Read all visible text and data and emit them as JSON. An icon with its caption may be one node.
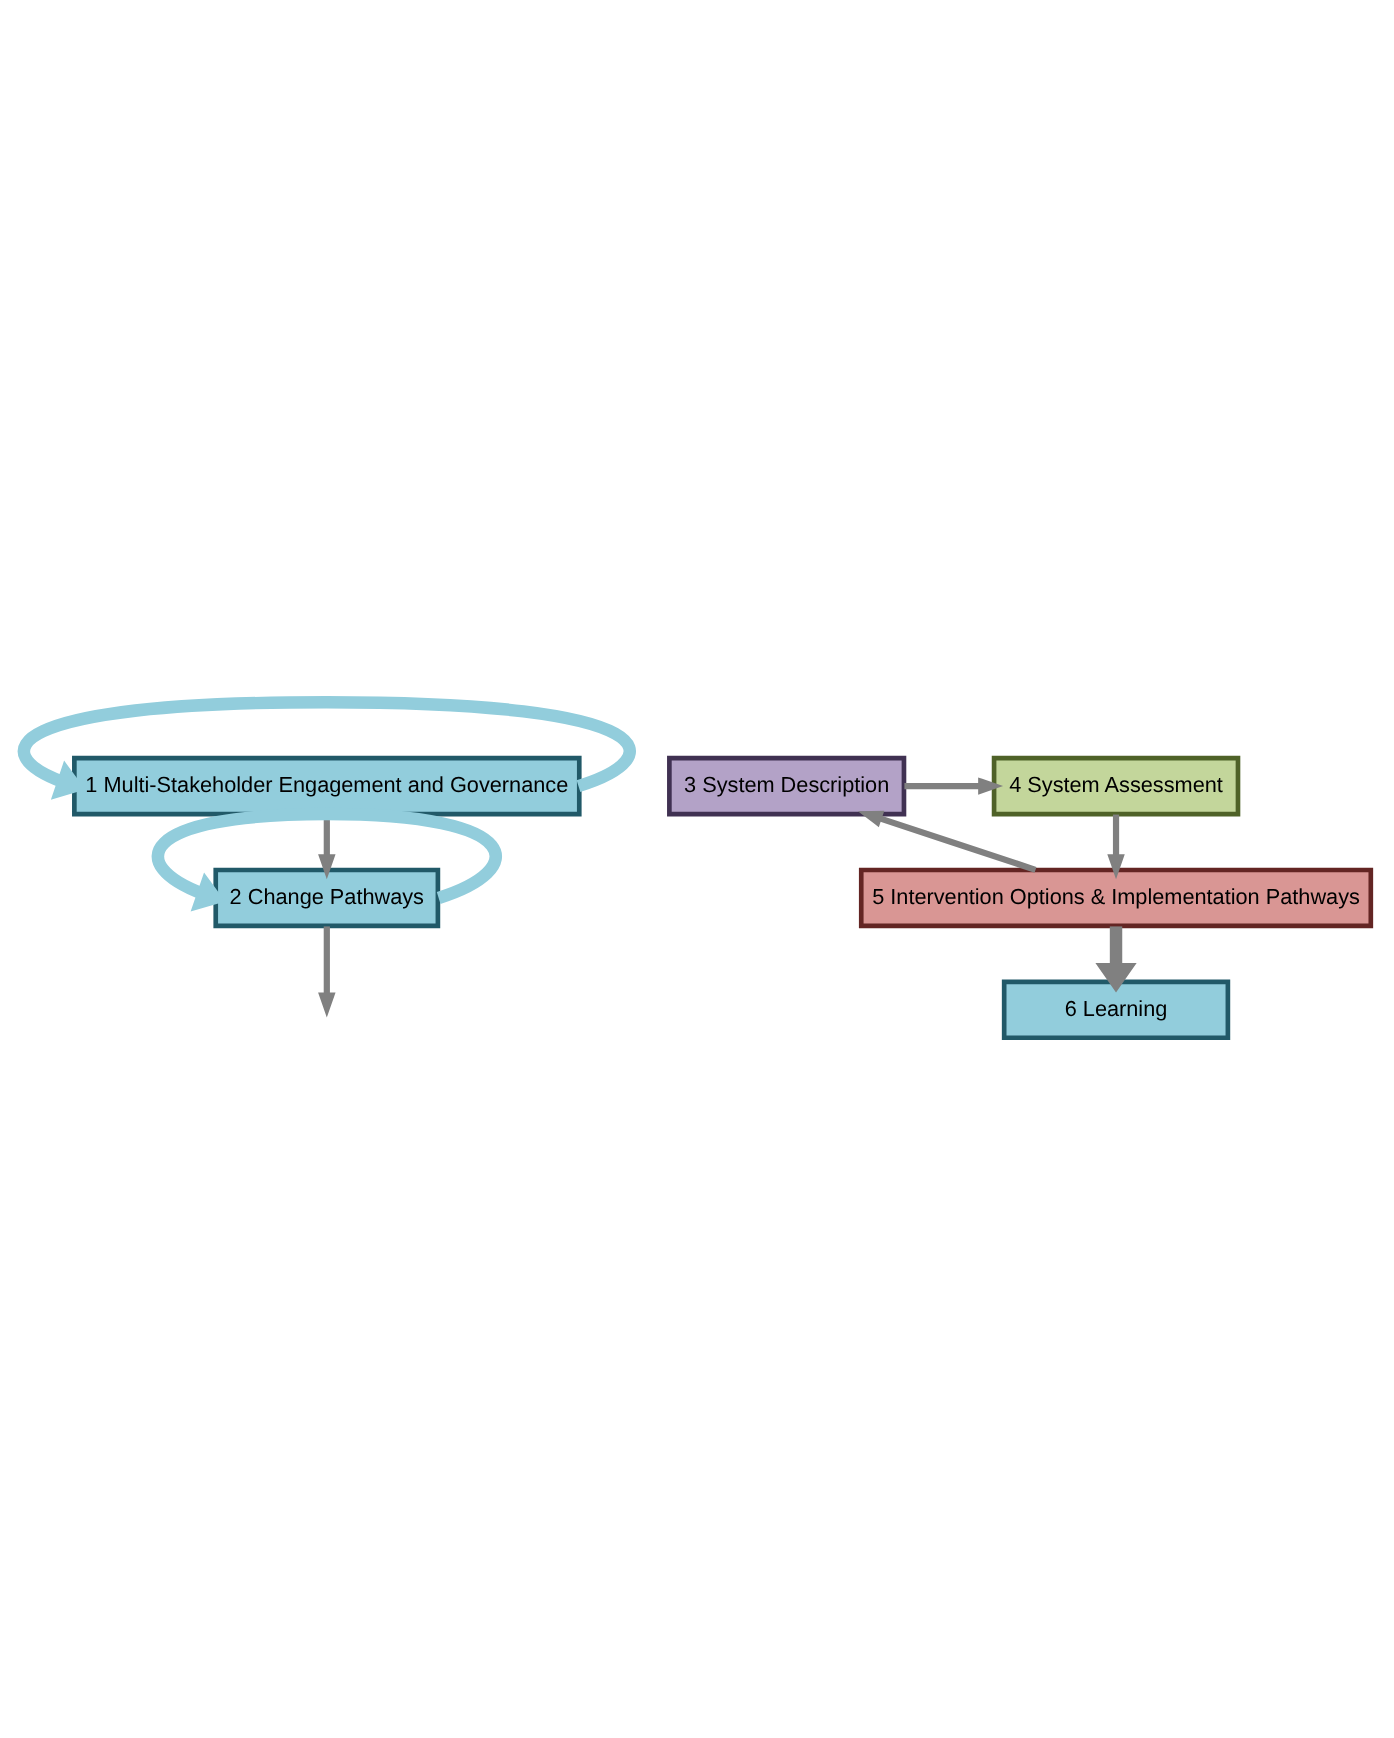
{
  "diagram": {
    "nodes": [
      {
        "text": [
          "1 Multi-Stakeholder Engagement and Governance"
        ]
      },
      {
        "text": [
          "2 Change Pathways"
        ]
      },
      {
        "text": [
          "3 System Description"
        ]
      },
      {
        "text": [
          "4 System Assessment"
        ]
      },
      {
        "text": [
          "5 Intervention Options & Implementation Pathways"
        ]
      },
      {
        "text": [
          "6 Learning"
        ]
      }
    ],
    "edges": [
      {
        "from": 0,
        "to": 1,
        "arrow": "to"
      },
      {
        "from": 1,
        "to": null,
        "arrow": "to"
      },
      {
        "from": 2,
        "to": 3,
        "arrow": "to"
      },
      {
        "from": 3,
        "to": 4,
        "arrow": "to"
      },
      {
        "from": 4,
        "to": 2,
        "arrow": "to"
      },
      {
        "from": 4,
        "to": 5,
        "arrow": "to",
        "style": "thick"
      },
      {
        "from": 0,
        "to": 0,
        "arrow": "to",
        "style": "thick",
        "color": "#92cddc"
      },
      {
        "from": 1,
        "to": 1,
        "arrow": "to",
        "style": "thick",
        "color": "#92cddc"
      }
    ]
  }
}
